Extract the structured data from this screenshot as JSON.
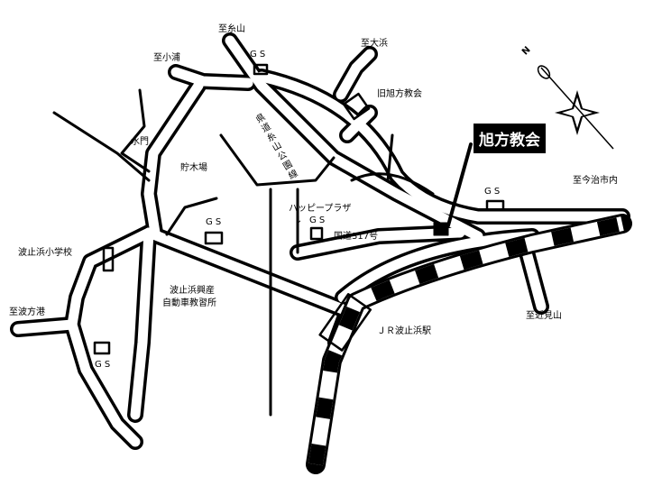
{
  "labels": {
    "to_itoyama": "至糸山",
    "to_oura": "至小浦",
    "to_ohama": "至大浜",
    "old_church": "旧旭方教会",
    "suimon": "水門",
    "lumberyard": "貯木場",
    "prefectural_road": "県道糸山公園線",
    "gs": "G S",
    "happy_plaza": "ハッピープラザ",
    "happy_arrow": "↓",
    "national_road": "国道317号",
    "church": "旭方教会",
    "to_imabari": "至今治市内",
    "school": "波止浜小学校",
    "to_namikata": "至波方港",
    "driving_school_1": "波止浜興産",
    "driving_school_2": "自動車教習所",
    "station": "ＪＲ波止浜駅",
    "to_chikamiyama": "至近見山",
    "north": "N"
  }
}
